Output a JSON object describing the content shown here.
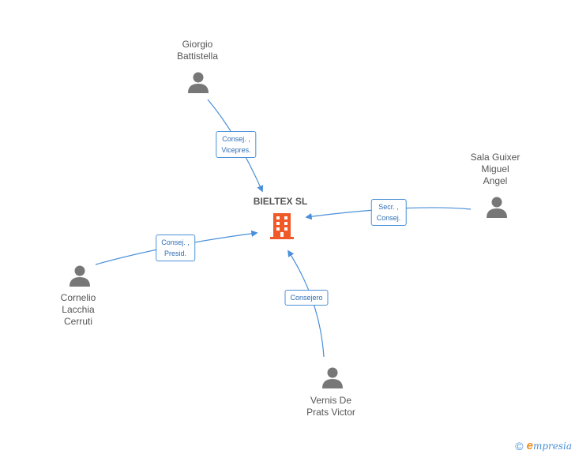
{
  "company": {
    "name": "BIELTEX SL",
    "color": "#f05a28"
  },
  "people": [
    {
      "id": "giorgio",
      "name": "Giorgio\nBattistella",
      "role": "Consej. ,\nVicepres."
    },
    {
      "id": "sala",
      "name": "Sala Guixer\nMiguel\nAngel",
      "role": "Secr. ,\nConsej."
    },
    {
      "id": "cornelio",
      "name": "Cornelio\nLacchia\nCerruti",
      "role": "Consej. ,\nPresid."
    },
    {
      "id": "vernis",
      "name": "Vernis De\nPrats Victor",
      "role": "Consejero"
    }
  ],
  "colors": {
    "edge": "#4a90d9",
    "person_icon": "#777777",
    "text": "#555555"
  },
  "brand": {
    "copyright_symbol": "©",
    "e_letter": "e",
    "name": "mpresia"
  }
}
